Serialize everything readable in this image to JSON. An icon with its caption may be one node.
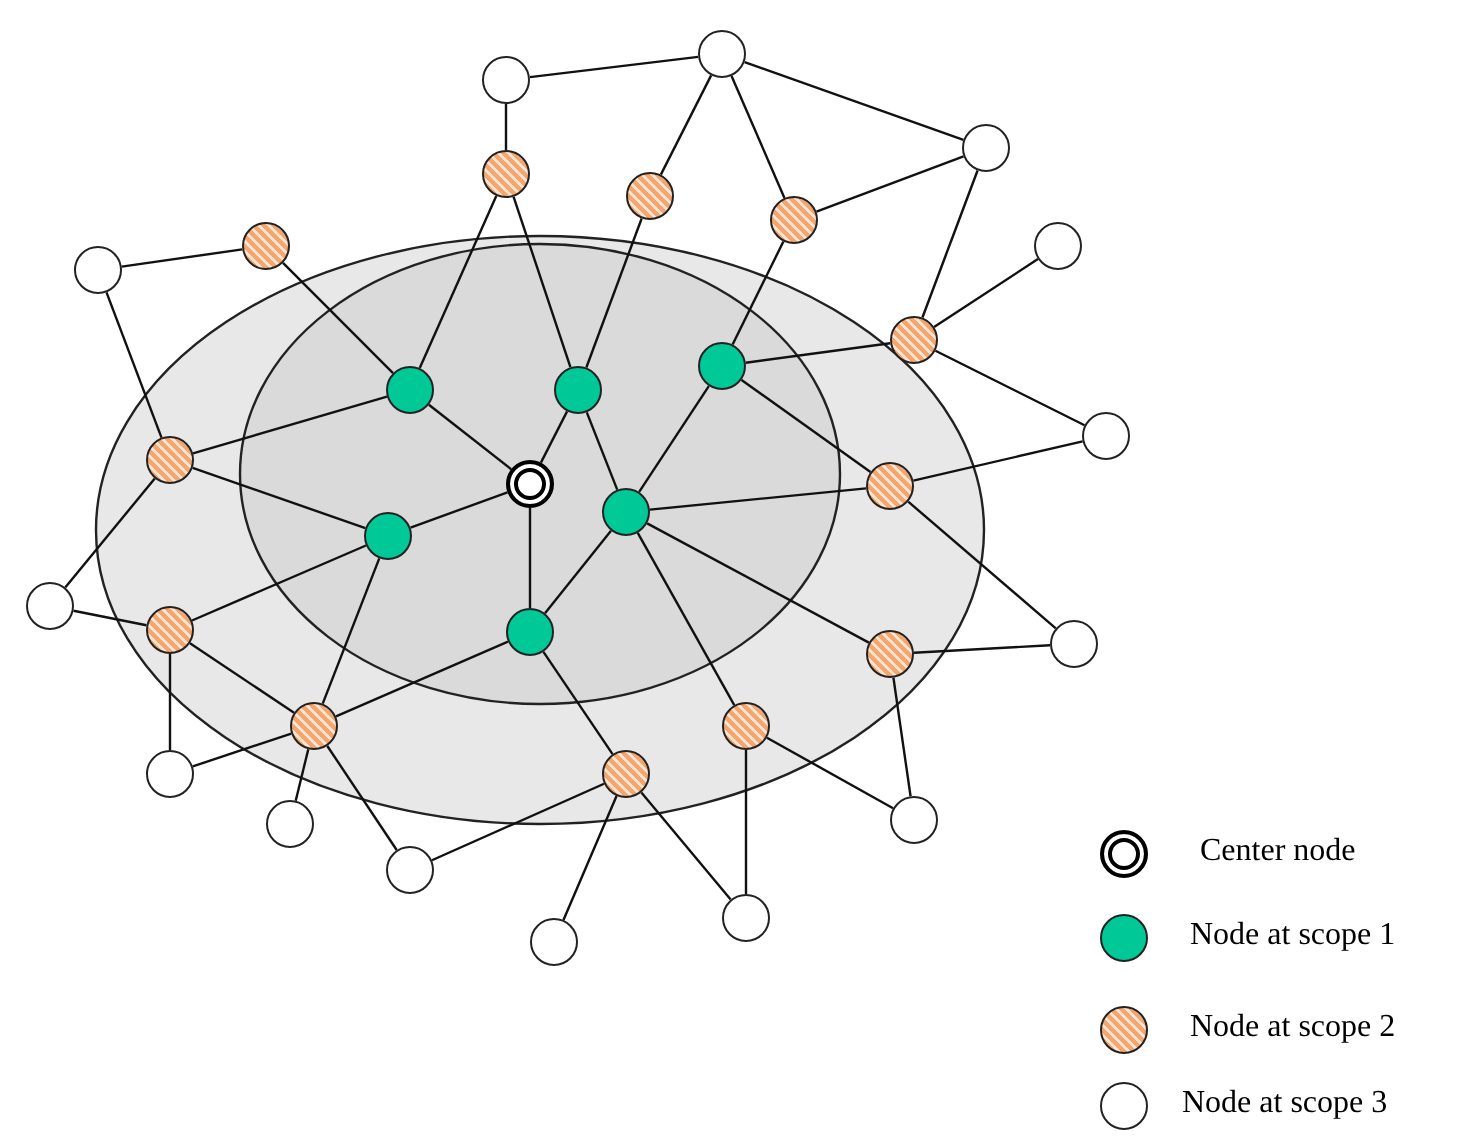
{
  "diagram": {
    "nodes": [
      {
        "text": [],
        "shape": "circle"
      },
      {
        "text": [],
        "shape": "circle"
      },
      {
        "text": [],
        "shape": "circle"
      },
      {
        "text": [],
        "shape": "circle"
      },
      {
        "text": [],
        "shape": "circle"
      },
      {
        "text": [],
        "shape": "circle"
      },
      {
        "text": [],
        "shape": "circle"
      },
      {
        "text": [],
        "shape": "circle"
      },
      {
        "text": [],
        "shape": "circle"
      },
      {
        "text": [],
        "shape": "circle"
      },
      {
        "text": [],
        "shape": "circle"
      },
      {
        "text": [],
        "shape": "circle"
      },
      {
        "text": [],
        "shape": "circle"
      },
      {
        "text": [],
        "shape": "circle"
      },
      {
        "text": [],
        "shape": "circle"
      },
      {
        "text": [],
        "shape": "circle"
      },
      {
        "text": [],
        "shape": "circle"
      },
      {
        "text": [],
        "shape": "circle"
      },
      {
        "text": [],
        "shape": "circle"
      },
      {
        "text": [],
        "shape": "circle"
      },
      {
        "text": [],
        "shape": "circle"
      },
      {
        "text": [],
        "shape": "circle"
      },
      {
        "text": [],
        "shape": "circle"
      },
      {
        "text": [],
        "shape": "circle"
      },
      {
        "text": [],
        "shape": "circle"
      },
      {
        "text": [],
        "shape": "circle"
      },
      {
        "text": [],
        "shape": "circle"
      },
      {
        "text": [],
        "shape": "circle"
      },
      {
        "text": [],
        "shape": "circle"
      },
      {
        "text": [],
        "shape": "circle"
      },
      {
        "text": [],
        "shape": "circle"
      },
      {
        "text": [],
        "shape": "circle"
      },
      {
        "text": [],
        "shape": "circle"
      }
    ],
    "edges": [
      {
        "from": 15,
        "to": 11,
        "arrow": "none"
      },
      {
        "from": 15,
        "to": 12,
        "arrow": "none"
      },
      {
        "from": 15,
        "to": 18,
        "arrow": "none"
      },
      {
        "from": 15,
        "to": 21,
        "arrow": "none"
      },
      {
        "from": 12,
        "to": 17,
        "arrow": "none"
      },
      {
        "from": 10,
        "to": 17,
        "arrow": "none"
      },
      {
        "from": 17,
        "to": 21,
        "arrow": "none"
      },
      {
        "from": 11,
        "to": 3,
        "arrow": "none"
      },
      {
        "from": 11,
        "to": 6,
        "arrow": "none"
      },
      {
        "from": 11,
        "to": 14,
        "arrow": "none"
      },
      {
        "from": 12,
        "to": 3,
        "arrow": "none"
      },
      {
        "from": 12,
        "to": 4,
        "arrow": "none"
      },
      {
        "from": 10,
        "to": 5,
        "arrow": "none"
      },
      {
        "from": 10,
        "to": 9,
        "arrow": "none"
      },
      {
        "from": 10,
        "to": 16,
        "arrow": "none"
      },
      {
        "from": 18,
        "to": 14,
        "arrow": "none"
      },
      {
        "from": 18,
        "to": 20,
        "arrow": "none"
      },
      {
        "from": 18,
        "to": 24,
        "arrow": "none"
      },
      {
        "from": 17,
        "to": 16,
        "arrow": "none"
      },
      {
        "from": 17,
        "to": 23,
        "arrow": "none"
      },
      {
        "from": 17,
        "to": 25,
        "arrow": "none"
      },
      {
        "from": 21,
        "to": 24,
        "arrow": "none"
      },
      {
        "from": 21,
        "to": 26,
        "arrow": "none"
      },
      {
        "from": 3,
        "to": 1,
        "arrow": "none"
      },
      {
        "from": 4,
        "to": 0,
        "arrow": "none"
      },
      {
        "from": 5,
        "to": 0,
        "arrow": "none"
      },
      {
        "from": 5,
        "to": 2,
        "arrow": "none"
      },
      {
        "from": 0,
        "to": 2,
        "arrow": "none"
      },
      {
        "from": 1,
        "to": 0,
        "arrow": "none"
      },
      {
        "from": 2,
        "to": 9,
        "arrow": "none"
      },
      {
        "from": 9,
        "to": 7,
        "arrow": "none"
      },
      {
        "from": 9,
        "to": 13,
        "arrow": "none"
      },
      {
        "from": 16,
        "to": 13,
        "arrow": "none"
      },
      {
        "from": 16,
        "to": 22,
        "arrow": "none"
      },
      {
        "from": 23,
        "to": 22,
        "arrow": "none"
      },
      {
        "from": 23,
        "to": 28,
        "arrow": "none"
      },
      {
        "from": 25,
        "to": 28,
        "arrow": "none"
      },
      {
        "from": 25,
        "to": 31,
        "arrow": "none"
      },
      {
        "from": 26,
        "to": 31,
        "arrow": "none"
      },
      {
        "from": 26,
        "to": 32,
        "arrow": "none"
      },
      {
        "from": 26,
        "to": 30,
        "arrow": "none"
      },
      {
        "from": 24,
        "to": 30,
        "arrow": "none"
      },
      {
        "from": 24,
        "to": 29,
        "arrow": "none"
      },
      {
        "from": 24,
        "to": 27,
        "arrow": "none"
      },
      {
        "from": 20,
        "to": 24,
        "arrow": "none"
      },
      {
        "from": 20,
        "to": 27,
        "arrow": "none"
      },
      {
        "from": 20,
        "to": 19,
        "arrow": "none"
      },
      {
        "from": 14,
        "to": 19,
        "arrow": "none"
      },
      {
        "from": 14,
        "to": 8,
        "arrow": "none"
      },
      {
        "from": 6,
        "to": 8,
        "arrow": "none"
      }
    ],
    "legend": [
      {
        "text": "Center node"
      },
      {
        "text": "Node at scope 1",
        "color": "#00c896"
      },
      {
        "text": "Node at scope 2",
        "color": "#f4a66e"
      },
      {
        "text": "Node at scope 3",
        "color": "#ffffff"
      }
    ]
  }
}
